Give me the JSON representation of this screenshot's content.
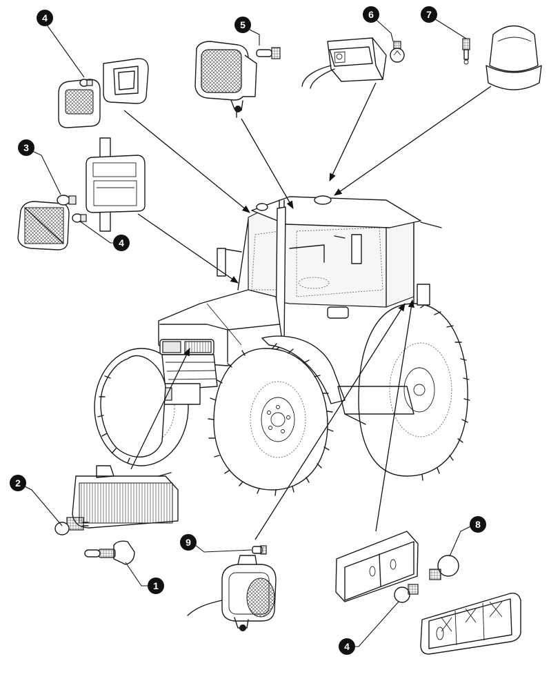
{
  "callouts": {
    "c1": "1",
    "c2": "2",
    "c3": "3",
    "c4a": "4",
    "c4b": "4",
    "c4c": "4",
    "c5": "5",
    "c6": "6",
    "c7": "7",
    "c8": "8",
    "c9": "9"
  }
}
